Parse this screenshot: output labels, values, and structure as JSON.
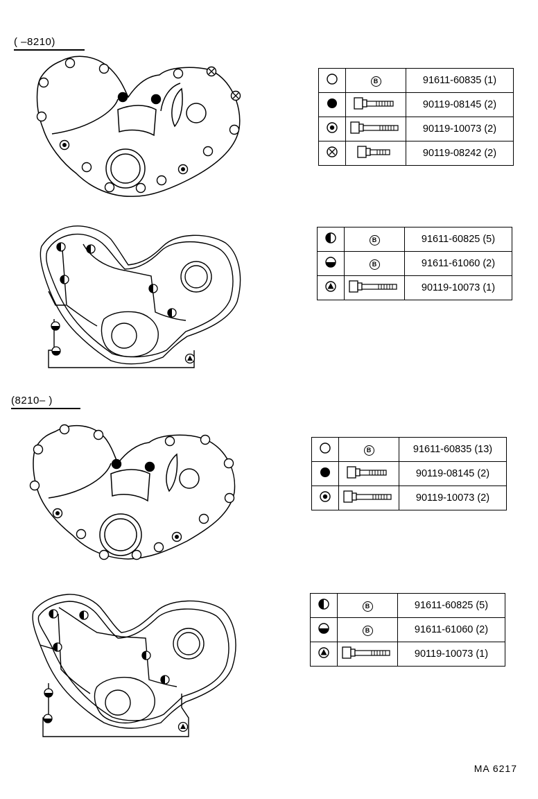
{
  "sections": [
    {
      "label": "(      –8210)"
    },
    {
      "label": "(8210–      )"
    }
  ],
  "tables": [
    {
      "rows": [
        {
          "symbol": "open-circle",
          "type": "B",
          "part": "91611-60835 (1)"
        },
        {
          "symbol": "filled-circle",
          "type": "bolt",
          "part": "90119-08145 (2)"
        },
        {
          "symbol": "dotted-circle",
          "type": "bolt",
          "part": "90119-10073 (2)"
        },
        {
          "symbol": "crossed-circle",
          "type": "bolt",
          "part": "90119-08242 (2)"
        }
      ]
    },
    {
      "rows": [
        {
          "symbol": "half-left-circle",
          "type": "B",
          "part": "91611-60825 (5)"
        },
        {
          "symbol": "half-bottom-circle",
          "type": "B",
          "part": "91611-61060 (2)"
        },
        {
          "symbol": "triangle-circle",
          "type": "bolt",
          "part": "90119-10073 (1)"
        }
      ]
    },
    {
      "rows": [
        {
          "symbol": "open-circle",
          "type": "B",
          "part": "91611-60835 (13)"
        },
        {
          "symbol": "filled-circle",
          "type": "bolt",
          "part": "90119-08145 (2)"
        },
        {
          "symbol": "dotted-circle",
          "type": "bolt",
          "part": "90119-10073 (2)"
        }
      ]
    },
    {
      "rows": [
        {
          "symbol": "half-left-circle",
          "type": "B",
          "part": "91611-60825 (5)"
        },
        {
          "symbol": "half-bottom-circle",
          "type": "B",
          "part": "91611-61060 (2)"
        },
        {
          "symbol": "triangle-circle",
          "type": "bolt",
          "part": "90119-10073 (1)"
        }
      ]
    }
  ],
  "b_mark": "B",
  "footer": "MA  6217"
}
